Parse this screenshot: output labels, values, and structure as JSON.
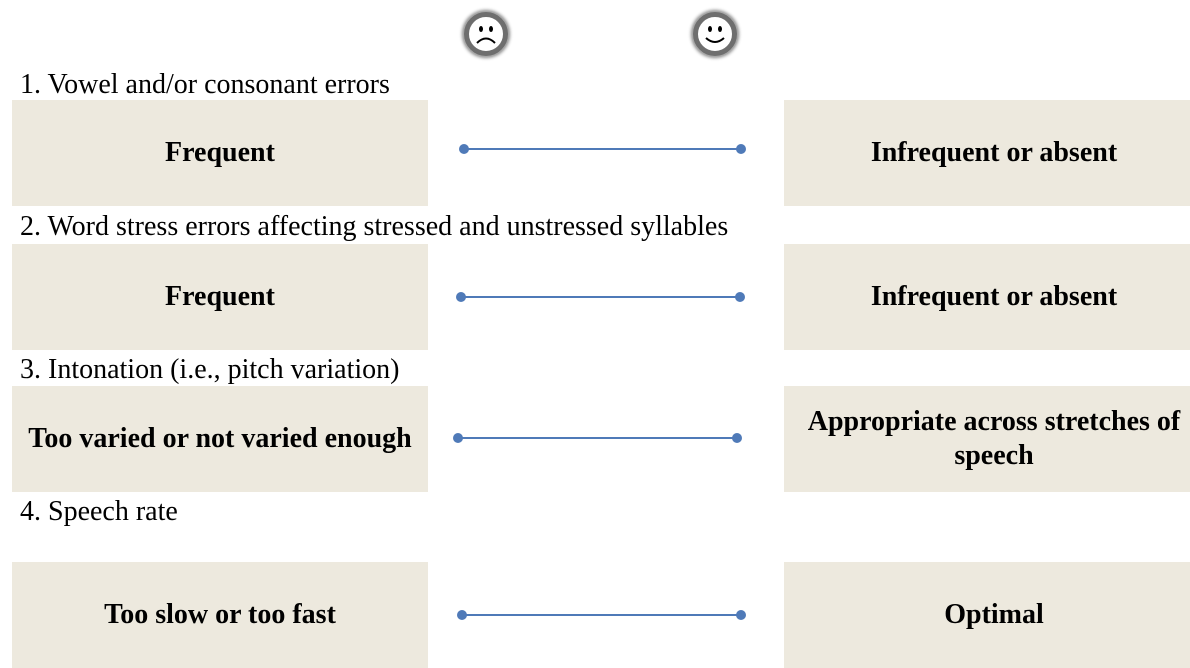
{
  "faces": {
    "left": "sad-face-icon",
    "right": "happy-face-icon"
  },
  "items": [
    {
      "label": "1. Vowel and/or consonant errors",
      "left": "Frequent",
      "right": "Infrequent or absent"
    },
    {
      "label": "2. Word stress errors affecting stressed and unstressed syllables",
      "left": "Frequent",
      "right": "Infrequent or absent"
    },
    {
      "label": "3. Intonation (i.e., pitch variation)",
      "left": "Too varied or not varied enough",
      "right": "Appropriate across stretches of speech"
    },
    {
      "label": "4. Speech rate",
      "left": "Too slow or too fast",
      "right": "Optimal"
    }
  ],
  "colors": {
    "box": "#ede9de",
    "scale": "#4f7ab8"
  }
}
